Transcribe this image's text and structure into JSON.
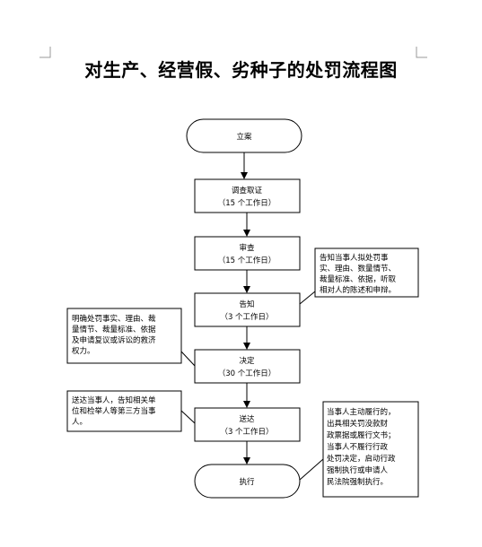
{
  "page": {
    "title": "对生产、经营假、劣种子的处罚流程图"
  },
  "flow": {
    "start": {
      "label": "立案"
    },
    "investigate": {
      "label": "调查取证",
      "time": "（15 个工作日）"
    },
    "review": {
      "label": "审查",
      "time": "（15 个工作日）"
    },
    "notify": {
      "label": "告知",
      "time": "（3 个工作日）"
    },
    "decide": {
      "label": "决定",
      "time": "（30 个工作日）"
    },
    "deliver": {
      "label": "送达",
      "time": "（3 个工作日）"
    },
    "execute": {
      "label": "执行"
    }
  },
  "notes": {
    "notify_note": {
      "lines": [
        "告知当事人拟处罚事",
        "实、理由、数量情节、",
        "裁量标准、依据，听取",
        "相对人的陈述和申辩。"
      ]
    },
    "decide_note": {
      "lines": [
        "明确处罚事实、理由、裁",
        "量情节、裁量标准、依据",
        "及申请复议或诉讼的救济",
        "权力。"
      ]
    },
    "deliver_note": {
      "lines": [
        "送达当事人，告知相关单",
        "位和检举人等第三方当事",
        "人。"
      ]
    },
    "execute_note": {
      "lines": [
        "当事人主动履行的，",
        "出具相关罚没款财",
        "政票据或履行文书；",
        "当事人不履行行政",
        "处罚决定，启动行政",
        "强制执行或申请人",
        "民法院强制执行。"
      ]
    }
  }
}
